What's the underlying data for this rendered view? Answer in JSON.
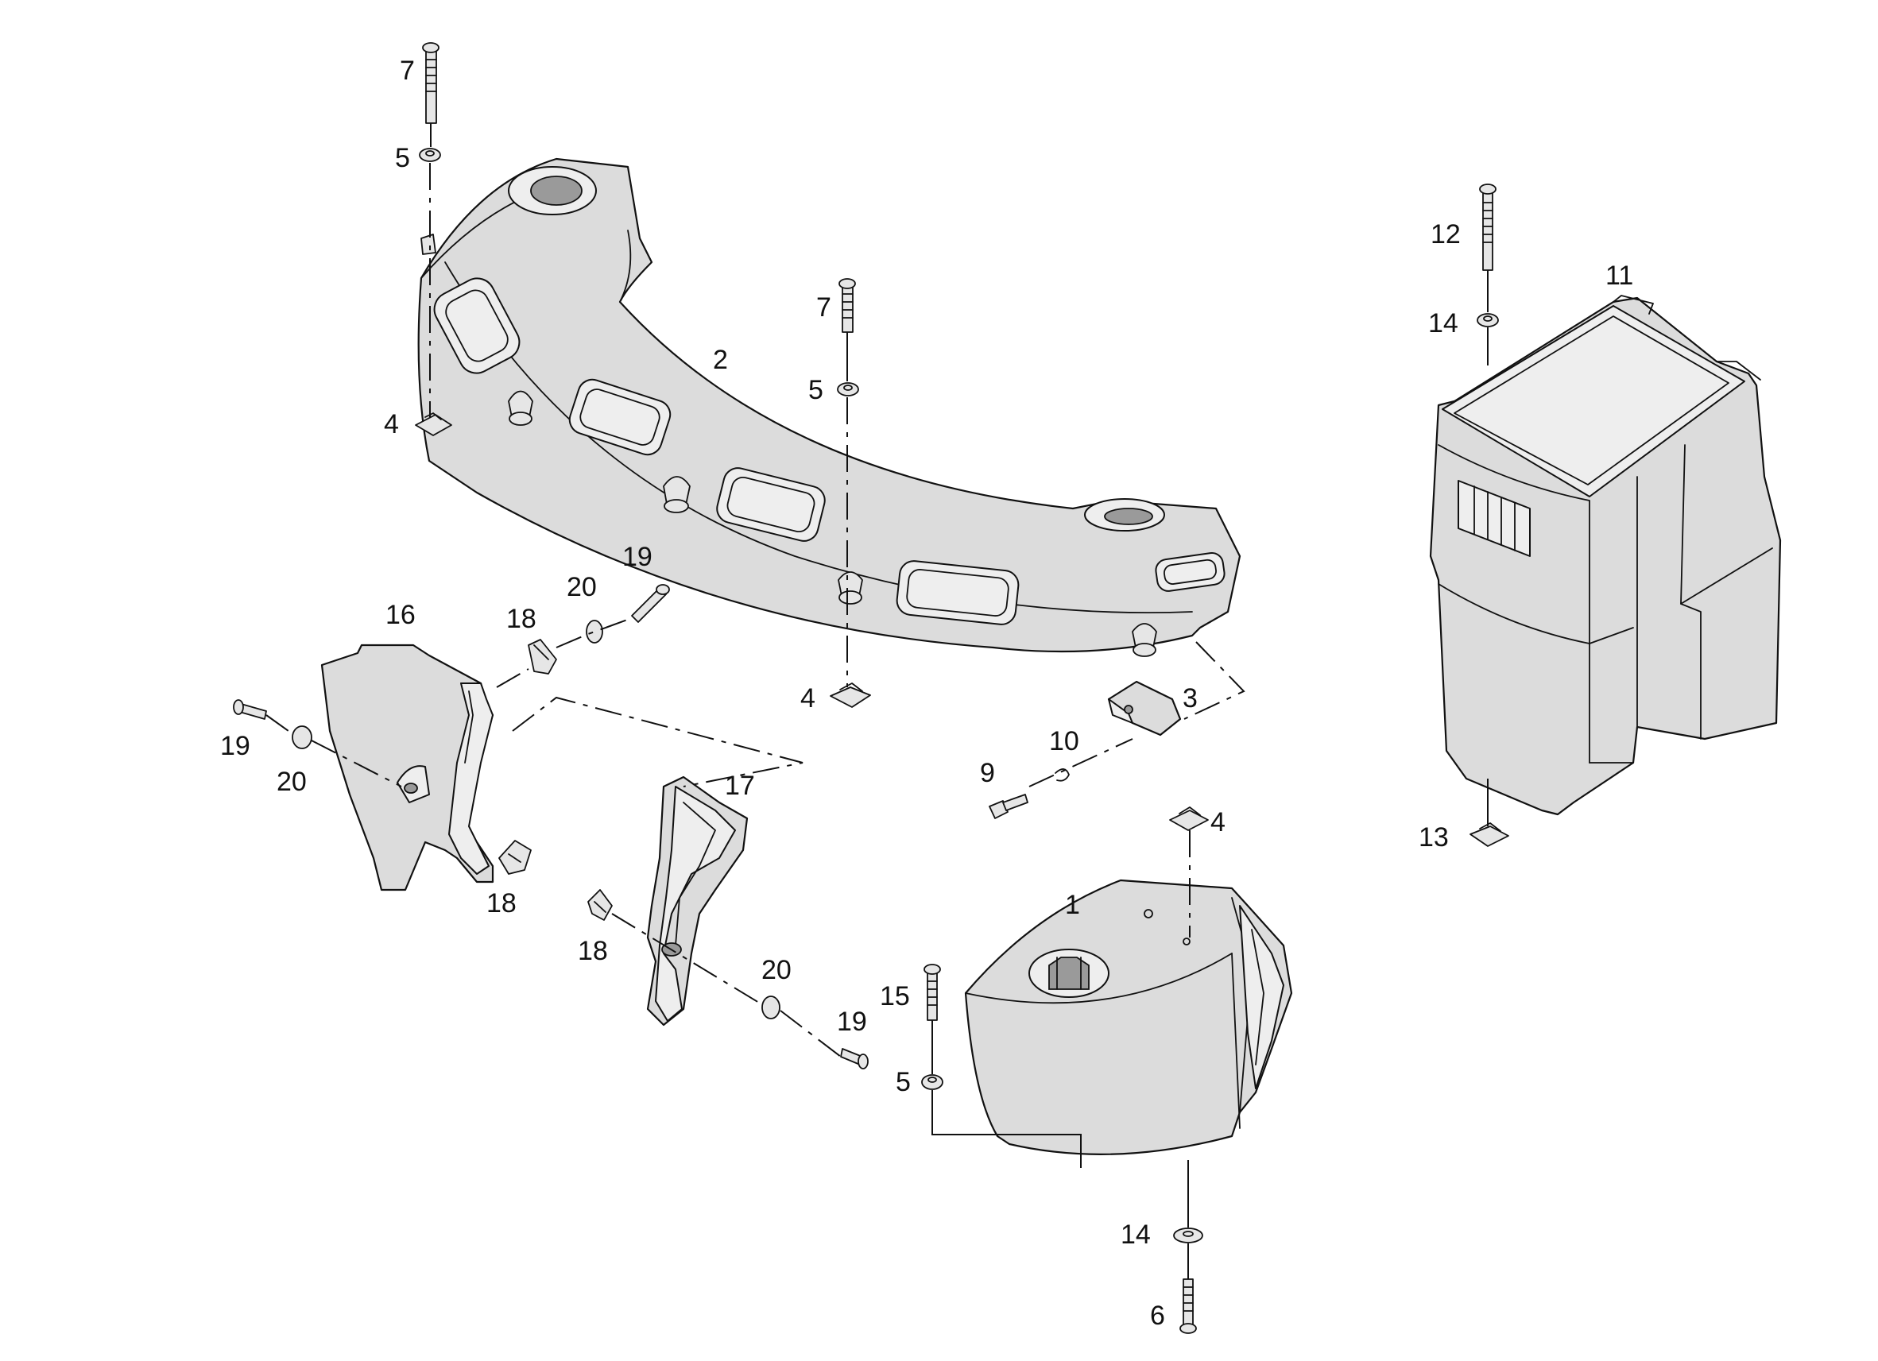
{
  "labels": {
    "l1": "1",
    "l2": "2",
    "l3": "3",
    "l4a": "4",
    "l4b": "4",
    "l4c": "4",
    "l5a": "5",
    "l5b": "5",
    "l5c": "5",
    "l6": "6",
    "l7a": "7",
    "l7b": "7",
    "l9": "9",
    "l10": "10",
    "l11": "11",
    "l12": "12",
    "l13": "13",
    "l14a": "14",
    "l14b": "14",
    "l15": "15",
    "l16": "16",
    "l17": "17",
    "l18a": "18",
    "l18b": "18",
    "l18c": "18",
    "l19a": "19",
    "l19b": "19",
    "l19c": "19",
    "l20a": "20",
    "l20b": "20",
    "l20c": "20"
  }
}
